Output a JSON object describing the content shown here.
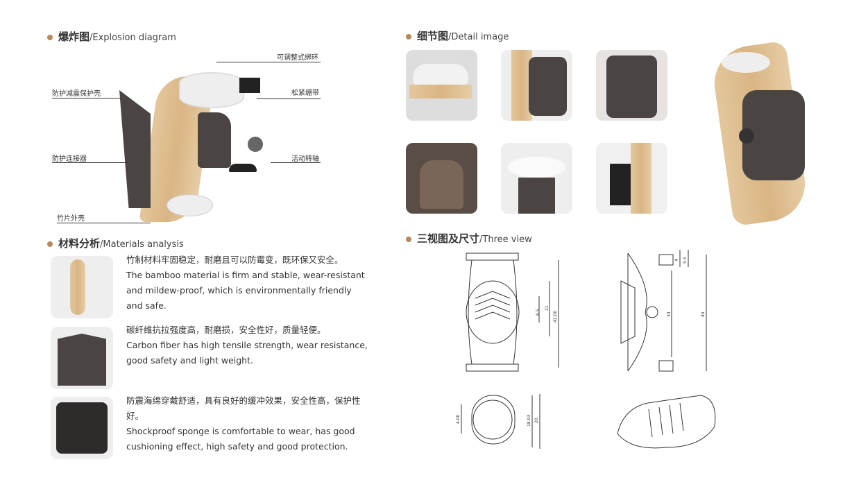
{
  "explosion": {
    "title_cn": "爆炸图",
    "title_en": "/Explosion diagram",
    "labels": [
      "可调整式绑环",
      "松紧绷带",
      "活动转轴",
      "防护减震保护壳",
      "防护连接器",
      "竹片外壳"
    ]
  },
  "detail": {
    "title_cn": "细节图",
    "title_en": "/Detail image"
  },
  "materials": {
    "title_cn": "材料分析",
    "title_en": "/Materials analysis",
    "items": [
      {
        "cn": "竹制材料牢固稳定，耐磨且可以防霉变，既环保又安全。",
        "en": "The bamboo material is firm and stable, wear-resistant and mildew-proof, which is environmentally friendly and safe."
      },
      {
        "cn": "碳纤维抗拉强度高，耐磨损，安全性好，质量轻便。",
        "en": "Carbon fiber has high tensile strength, wear resistance, good safety and light weight."
      },
      {
        "cn": "防震海绵穿戴舒适，具有良好的缓冲效果，安全性高，保护性好。",
        "en": "Shockproof sponge is comfortable to wear, has good cushioning effect, high safety and good protection."
      }
    ]
  },
  "three_view": {
    "title_cn": "三视图及尺寸",
    "title_en": "/Three view",
    "dims": {
      "front": [
        "6.5",
        "21",
        "42.00"
      ],
      "side": [
        "4",
        "5.5",
        "33",
        "45"
      ],
      "top": [
        "4.00",
        "18.93",
        "20"
      ]
    }
  },
  "colors": {
    "accent": "#b8895a",
    "bamboo": "#dcbb8a",
    "carbon": "#4a4543"
  }
}
